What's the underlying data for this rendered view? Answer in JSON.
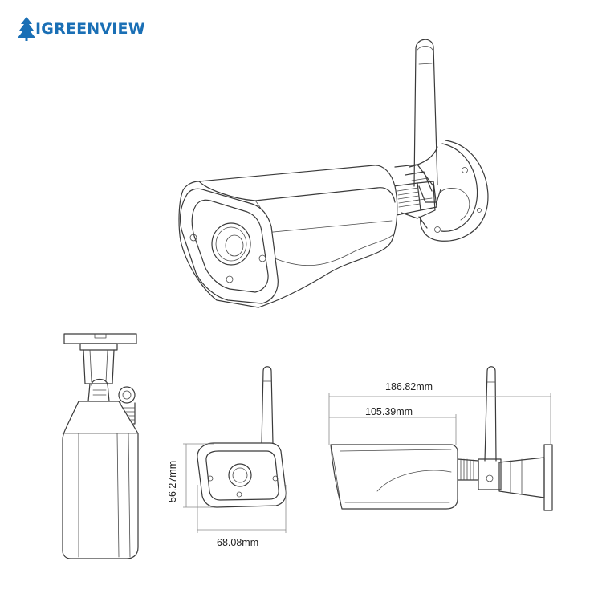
{
  "brand": {
    "name": "IGREENVIEW",
    "color": "#1a6fb5",
    "icon": "pine-tree-icon"
  },
  "dimensions": {
    "overall_length": "186.82mm",
    "body_length": "105.39mm",
    "front_height": "56.27mm",
    "front_width": "68.08mm"
  }
}
